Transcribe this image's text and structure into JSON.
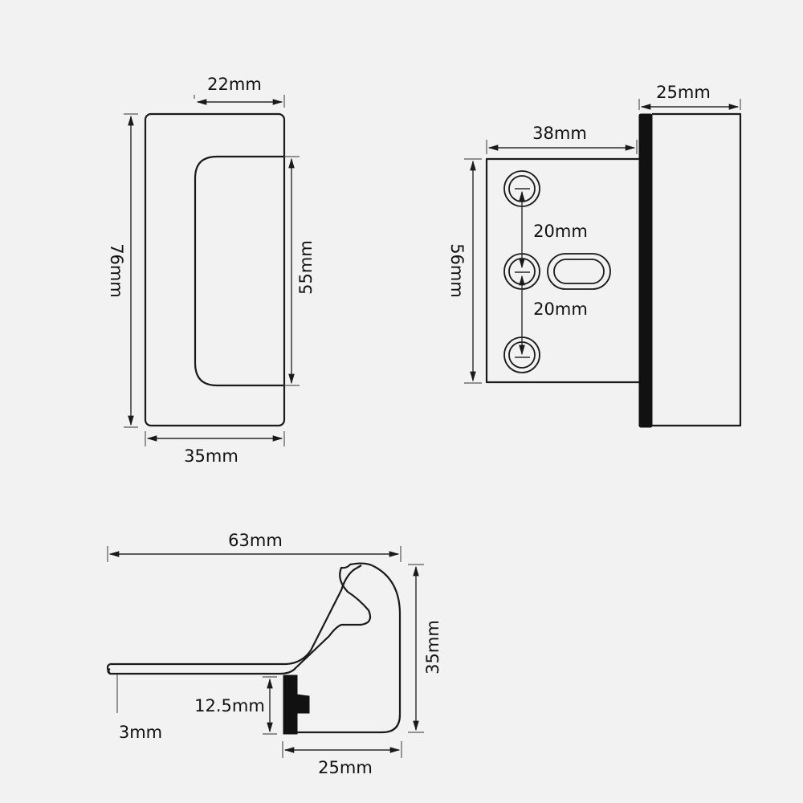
{
  "diagram": {
    "front_view": {
      "top_width_label": "22mm",
      "height_label": "76mm",
      "inner_height_label": "55mm",
      "bottom_width_label": "35mm"
    },
    "top_view": {
      "plate_width_label": "38mm",
      "depth_label": "25mm",
      "plate_height_label": "56mm",
      "hole_spacing_upper_label": "20mm",
      "hole_spacing_lower_label": "20mm"
    },
    "side_view": {
      "total_length_label": "63mm",
      "height_label": "35mm",
      "flange_height_label": "12.5mm",
      "plate_thickness_label": "3mm",
      "base_width_label": "25mm"
    },
    "colors": {
      "background": "#f2f2f2",
      "line": "#1a1a1a",
      "solid_fill": "#111111"
    }
  }
}
